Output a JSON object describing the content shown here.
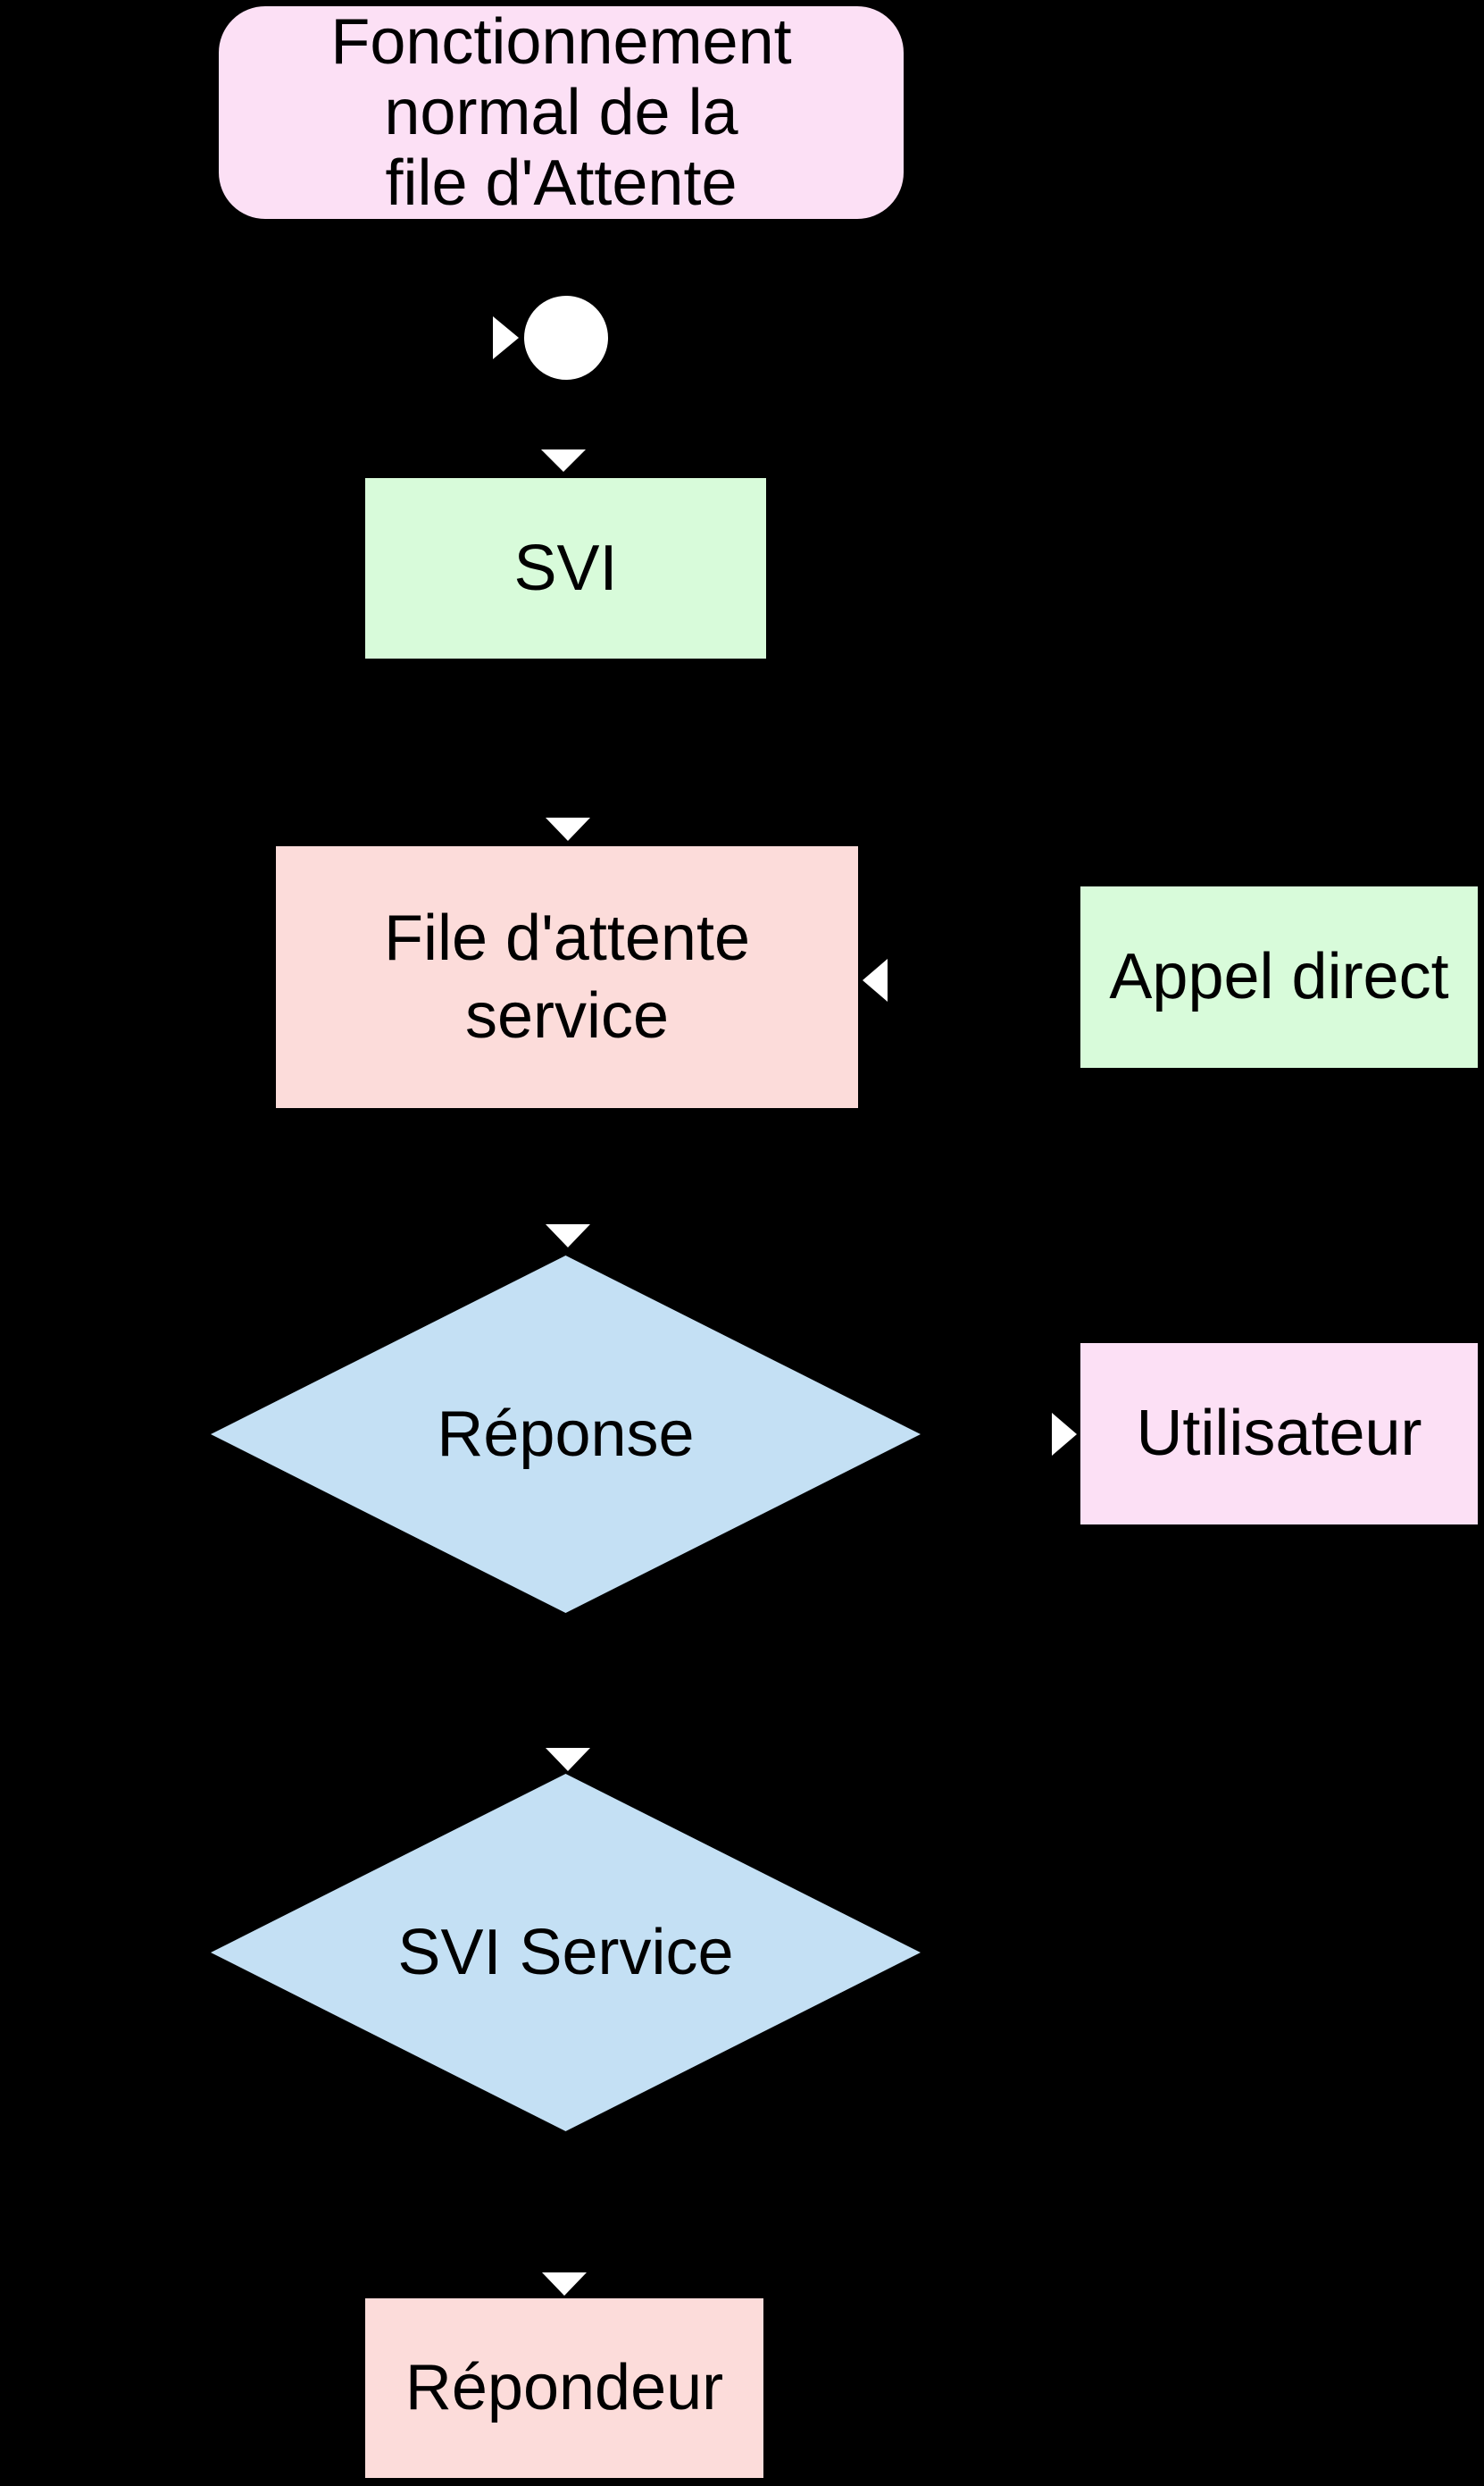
{
  "diagram": {
    "type": "flowchart",
    "background": "#000000",
    "nodes": {
      "start": {
        "label": "Fonctionnement\nnormal de la\nfile d'Attente",
        "shape": "rounded-rectangle",
        "fill": "#fce0f5"
      },
      "junction": {
        "label": "",
        "shape": "circle",
        "fill": "#ffffff"
      },
      "svi": {
        "label": "SVI",
        "shape": "rectangle",
        "fill": "#d8fbda"
      },
      "file_attente": {
        "label": "File d'attente\nservice",
        "shape": "rectangle",
        "fill": "#fcdcda"
      },
      "appel_direct": {
        "label": "Appel direct",
        "shape": "rectangle",
        "fill": "#d8fbda"
      },
      "reponse": {
        "label": "Réponse",
        "shape": "diamond",
        "fill": "#c4e0f4"
      },
      "utilisateur": {
        "label": "Utilisateur",
        "shape": "rectangle",
        "fill": "#fce0f5"
      },
      "svi_service": {
        "label": "SVI Service",
        "shape": "diamond",
        "fill": "#c4e0f4"
      },
      "repondeur": {
        "label": "Répondeur",
        "shape": "rectangle",
        "fill": "#fcdcda"
      }
    },
    "edges": [
      {
        "from": "start",
        "to": "junction",
        "arrow": "right"
      },
      {
        "from": "junction",
        "to": "svi",
        "arrow": "down"
      },
      {
        "from": "svi",
        "to": "file_attente",
        "arrow": "down"
      },
      {
        "from": "appel_direct",
        "to": "file_attente",
        "arrow": "left"
      },
      {
        "from": "file_attente",
        "to": "reponse",
        "arrow": "down"
      },
      {
        "from": "reponse",
        "to": "utilisateur",
        "arrow": "right"
      },
      {
        "from": "reponse",
        "to": "svi_service",
        "arrow": "down"
      },
      {
        "from": "svi_service",
        "to": "repondeur",
        "arrow": "down"
      }
    ],
    "colors": {
      "background": "#000000",
      "pink": "#fce0f5",
      "green": "#d8fbda",
      "salmon": "#fcdcda",
      "blue": "#c4e0f4",
      "arrowhead": "#ffffff",
      "text": "#000000"
    }
  }
}
